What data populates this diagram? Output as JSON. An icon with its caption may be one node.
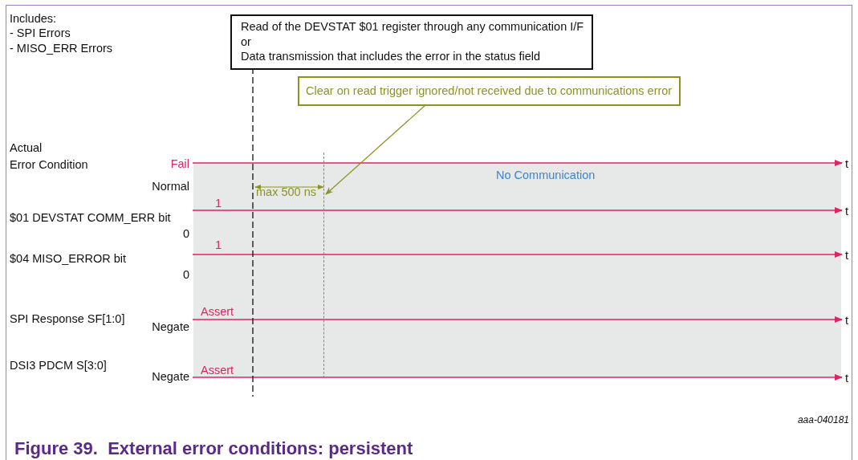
{
  "diagram": {
    "caption": "Figure 39.  External error conditions: persistent",
    "nodes": [
      {
        "text": [
          "Read of the DEVSTAT $01 register through any communication I/F",
          "or",
          "Data transmission that includes the error in the status field"
        ]
      },
      {
        "text": [
          "Clear on read trigger ignored/not received due to communications error"
        ]
      },
      {
        "text": [],
        "shape": "line"
      }
    ],
    "edges": [
      {
        "from": 1,
        "to": 2,
        "arrow": "to"
      }
    ],
    "labels": [
      "Includes:",
      "- SPI Errors",
      "- MISO_ERR Errors",
      "Actual",
      "Error Condition",
      "Fail",
      "t",
      "No Communication",
      "Normal",
      "max 500 ns",
      "1",
      "$01 DEVSTAT COMM_ERR bit",
      "t",
      "0",
      "1",
      "$04 MISO_ERROR bit",
      "t",
      "0",
      "SPI Response SF[1:0]",
      "Assert",
      "Negate",
      "t",
      "DSI3 PDCM S[3:0]",
      "Assert",
      "Negate",
      "t",
      "aaa-040181"
    ]
  }
}
